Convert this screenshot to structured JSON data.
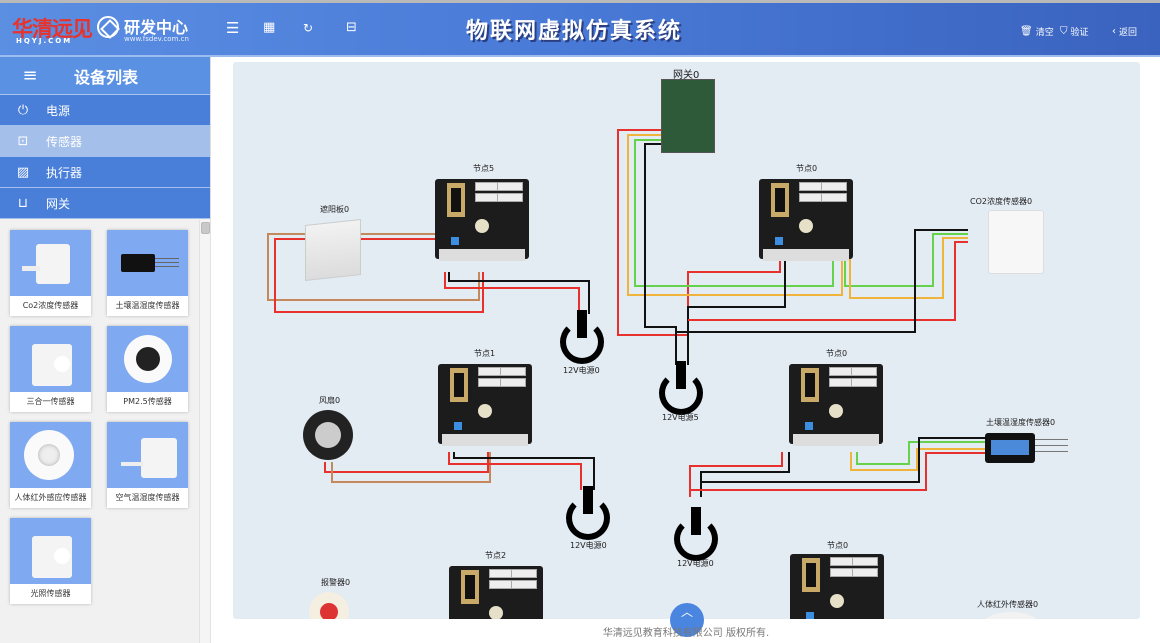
{
  "header": {
    "brand_cn": "华清远见",
    "brand_en": "HQYJ.COM",
    "rd_center": "研发中心",
    "rd_url": "www.fsdev.com.cn",
    "toolbar_icons": [
      "menu-icon",
      "grid-icon",
      "3d-rotate-icon",
      "router-icon"
    ],
    "title": "物联网虚拟仿真系统",
    "actions": [
      {
        "icon": "trash-icon",
        "label": "清空"
      },
      {
        "icon": "shield-check-icon",
        "label": "验证"
      },
      {
        "icon": "chevron-left-icon",
        "label": "返回"
      }
    ]
  },
  "sidebar": {
    "title": "设备列表",
    "categories": [
      {
        "icon": "power-icon",
        "label": "电源",
        "active": false
      },
      {
        "icon": "sensor-icon",
        "label": "传感器",
        "active": true
      },
      {
        "icon": "actuator-icon",
        "label": "执行器",
        "active": false
      },
      {
        "icon": "gateway-icon",
        "label": "网关",
        "active": false
      }
    ],
    "devices": [
      {
        "label": "Co2浓度传感器"
      },
      {
        "label": "土壤温湿度传感器"
      },
      {
        "label": "三合一传感器"
      },
      {
        "label": "PM2.5传感器"
      },
      {
        "label": "人体红外感应传感器"
      },
      {
        "label": "空气温湿度传感器"
      },
      {
        "label": "光照传感器"
      }
    ]
  },
  "canvas": {
    "gateway": "网关0",
    "nodes": [
      "节点5",
      "节点0",
      "节点1",
      "节点0",
      "节点2",
      "节点0"
    ],
    "power_supplies": [
      "12V电源0",
      "12V电源5",
      "12V电源0",
      "12V电源0"
    ],
    "devices": [
      "遮阳板0",
      "CO2浓度传感器0",
      "风扇0",
      "土壤温湿度传感器0",
      "报警器0",
      "人体红外传感器0"
    ],
    "wire_colors": {
      "power": "#e8312c",
      "ground": "#111111",
      "signal_a": "#f0b43a",
      "signal_b": "#66d14a",
      "actuator": "#c5885a"
    }
  },
  "footer": {
    "copyright": "华清远见教育科技有限公司 版权所有."
  }
}
